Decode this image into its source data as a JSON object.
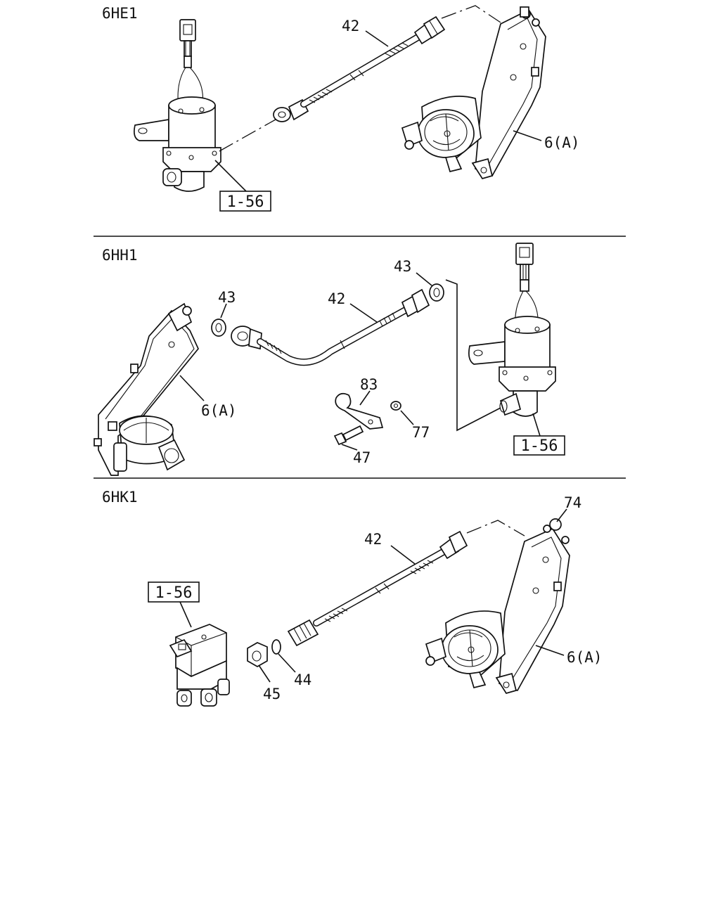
{
  "sections": [
    {
      "engine_code": "6HE1",
      "ref_box": "1-56",
      "callouts": {
        "hose": "42",
        "bracket": "6(A)"
      }
    },
    {
      "engine_code": "6HH1",
      "ref_box": "1-56",
      "callouts": {
        "washer_left": "43",
        "washer_right": "43",
        "hose": "42",
        "bracket": "6(A)",
        "clip": "83",
        "nut": "77",
        "bolt": "47"
      }
    },
    {
      "engine_code": "6HK1",
      "ref_box": "1-56",
      "callouts": {
        "fitting": "74",
        "hose": "42",
        "bracket": "6(A)",
        "nut": "45",
        "washer": "44"
      }
    }
  ]
}
